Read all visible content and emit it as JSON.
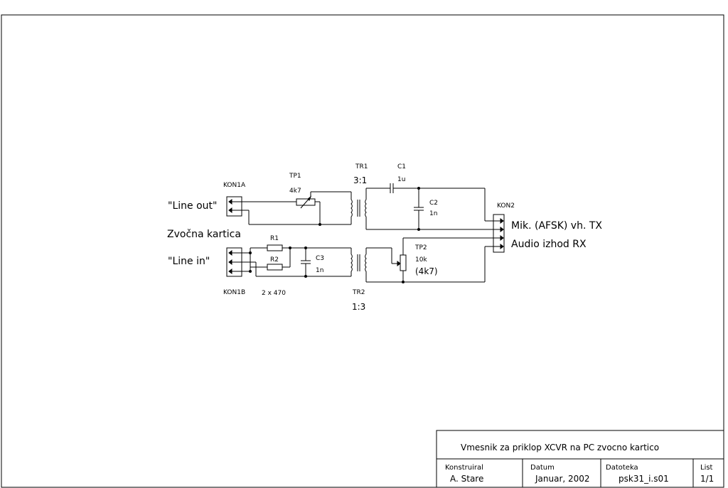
{
  "connectors": {
    "kon1a": "KON1A",
    "kon1b": "KON1B",
    "kon2": "KON2"
  },
  "labels": {
    "line_out": "\"Line out\"",
    "line_in": "\"Line in\"",
    "soundcard": "Zvočna kartica",
    "mic_tx": "Mik. (AFSK) vh. TX",
    "audio_rx": "Audio izhod RX"
  },
  "components": {
    "tp1_ref": "TP1",
    "tp1_val": "4k7",
    "tr1_ref": "TR1",
    "tr1_ratio": "3:1",
    "c1_ref": "C1",
    "c1_val": "1u",
    "c2_ref": "C2",
    "c2_val": "1n",
    "r1_ref": "R1",
    "r2_ref": "R2",
    "r_val": "2 x 470",
    "c3_ref": "C3",
    "c3_val": "1n",
    "tr2_ref": "TR2",
    "tr2_ratio": "1:3",
    "tp2_ref": "TP2",
    "tp2_val": "10k",
    "tp2_alt": "(4k7)"
  },
  "title_block": {
    "title": "Vmesnik za priklop XCVR na PC zvocno kartico",
    "designer_label": "Konstruiral",
    "designer": "A. Stare",
    "date_label": "Datum",
    "date": "Januar, 2002",
    "file_label": "Datoteka",
    "file": "psk31_i.s01",
    "sheet_label": "List",
    "sheet": "1/1"
  }
}
